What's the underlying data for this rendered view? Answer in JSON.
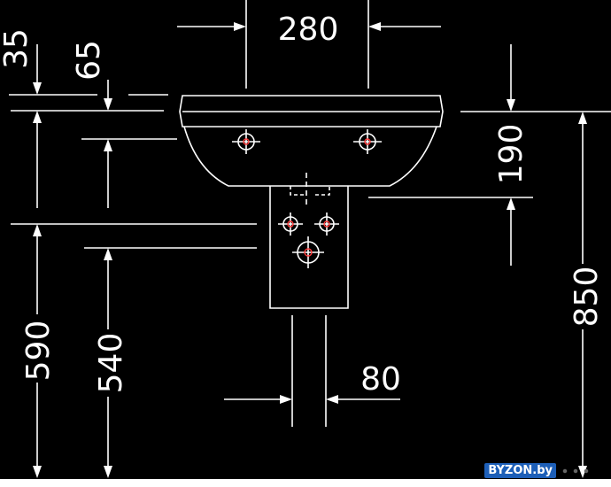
{
  "dimensions": {
    "width": "280",
    "rim": "35",
    "rim_depth": "65",
    "bowl_height": "190",
    "total_height": "850",
    "floor_to_rim": "590",
    "floor_to_bowl": "540",
    "pedestal_width": "80"
  },
  "watermark": "BYZON.by",
  "colors": {
    "background": "#000000",
    "lines": "#ffffff",
    "tap_marks": "#ff3a3a",
    "watermark_bg": "#1d5fb8"
  }
}
